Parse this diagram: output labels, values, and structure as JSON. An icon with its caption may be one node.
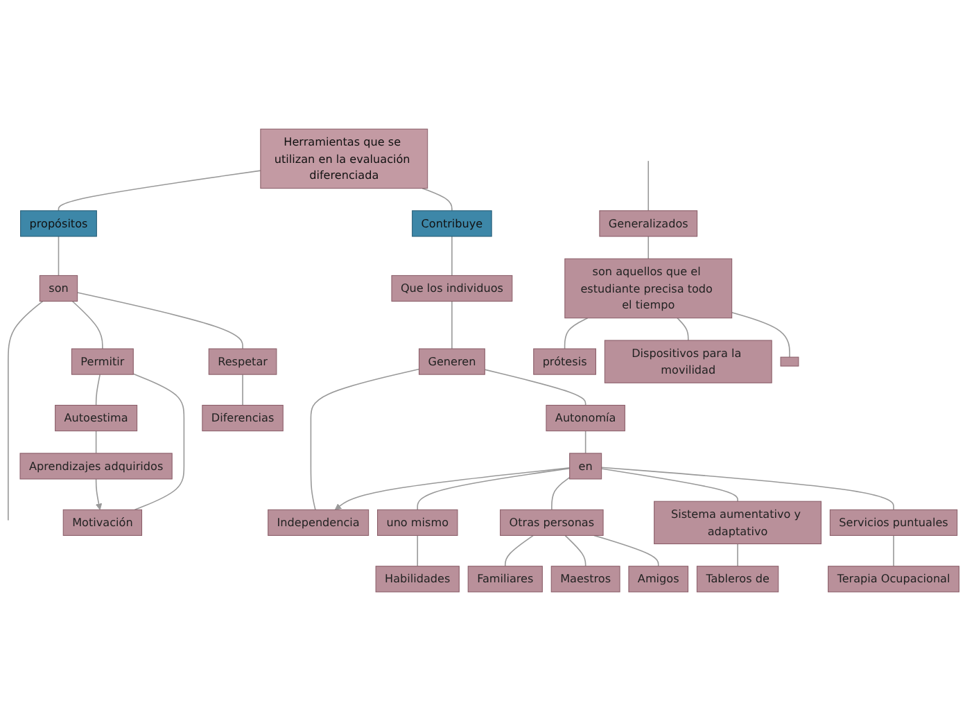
{
  "diagram": {
    "nodes": [
      {
        "text": [
          "Herramientas que se utilizan en la evaluación diferenciada"
        ]
      },
      {
        "text": [
          "propósitos"
        ]
      },
      {
        "text": [
          "son"
        ]
      },
      {
        "text": [
          "Permitir"
        ]
      },
      {
        "text": [
          "Respetar"
        ]
      },
      {
        "text": [
          "Autoestima"
        ]
      },
      {
        "text": [
          "Motivación"
        ]
      },
      {
        "text": [
          "Diferencias"
        ]
      },
      {
        "text": [
          "Aprendizajes adquiridos"
        ]
      },
      {
        "text": [
          "Contribuye"
        ]
      },
      {
        "text": [
          "Que los individuos"
        ]
      },
      {
        "text": [
          "Generen"
        ]
      },
      {
        "text": [
          "Independencia"
        ]
      },
      {
        "text": [
          "Autonomía"
        ]
      },
      {
        "text": [
          "en"
        ]
      },
      {
        "text": [
          "uno mismo"
        ]
      },
      {
        "text": [
          "Otras personas"
        ]
      },
      {
        "text": [
          "Sistema aumentativo y adaptativo"
        ]
      },
      {
        "text": [
          "Servicios puntuales"
        ]
      },
      {
        "text": [
          "Habilidades"
        ]
      },
      {
        "text": [
          "Familiares"
        ]
      },
      {
        "text": [
          "Maestros"
        ]
      },
      {
        "text": [
          "Amigos"
        ]
      },
      {
        "text": [
          "Tableros de"
        ]
      },
      {
        "text": [
          "Terapia Ocupacional"
        ]
      },
      {
        "text": [
          "Generalizados"
        ]
      },
      {
        "text": [
          "son aquellos que el estudiante precisa todo el tiempo"
        ]
      },
      {
        "text": [
          "prótesis"
        ]
      },
      {
        "text": [
          "Dispositivos para la movilidad"
        ]
      },
      {
        "text": [],
        "shape": "box"
      }
    ],
    "edges": [
      {
        "from": 0,
        "to": 1,
        "arrow": "none"
      },
      {
        "from": 1,
        "to": 2,
        "arrow": "none"
      },
      {
        "from": 2,
        "to": null,
        "arrow": "none"
      },
      {
        "from": 2,
        "to": 3,
        "arrow": "none"
      },
      {
        "from": 2,
        "to": 4,
        "arrow": "none"
      },
      {
        "from": 3,
        "to": 5,
        "arrow": "none"
      },
      {
        "from": 3,
        "to": 6,
        "arrow": "none"
      },
      {
        "from": 4,
        "to": 7,
        "arrow": "none"
      },
      {
        "from": 5,
        "to": 8,
        "arrow": "none"
      },
      {
        "from": 8,
        "to": 6,
        "arrow": "to"
      },
      {
        "from": 0,
        "to": 9,
        "arrow": "none"
      },
      {
        "from": 9,
        "to": 10,
        "arrow": "none"
      },
      {
        "from": 10,
        "to": 11,
        "arrow": "none"
      },
      {
        "from": 11,
        "to": 12,
        "arrow": "none"
      },
      {
        "from": 11,
        "to": 13,
        "arrow": "none"
      },
      {
        "from": 13,
        "to": 14,
        "arrow": "none"
      },
      {
        "from": 14,
        "to": 12,
        "arrow": "to"
      },
      {
        "from": 14,
        "to": 15,
        "arrow": "none"
      },
      {
        "from": 14,
        "to": 16,
        "arrow": "none"
      },
      {
        "from": 14,
        "to": 17,
        "arrow": "none"
      },
      {
        "from": 14,
        "to": 18,
        "arrow": "none"
      },
      {
        "from": 15,
        "to": 19,
        "arrow": "none"
      },
      {
        "from": 16,
        "to": 20,
        "arrow": "none"
      },
      {
        "from": 16,
        "to": 21,
        "arrow": "none"
      },
      {
        "from": 16,
        "to": 22,
        "arrow": "none"
      },
      {
        "from": 17,
        "to": 23,
        "arrow": "none"
      },
      {
        "from": 18,
        "to": 24,
        "arrow": "none"
      },
      {
        "from": null,
        "to": 25,
        "arrow": "none"
      },
      {
        "from": 25,
        "to": 26,
        "arrow": "none"
      },
      {
        "from": 26,
        "to": 27,
        "arrow": "none"
      },
      {
        "from": 26,
        "to": 28,
        "arrow": "none"
      },
      {
        "from": 26,
        "to": 29,
        "arrow": "none"
      }
    ]
  }
}
